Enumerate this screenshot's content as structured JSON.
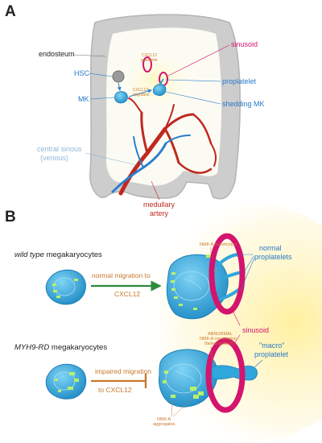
{
  "panelA": {
    "letter": "A",
    "labels": {
      "endosteum": "endosteum",
      "hsc": "HSC",
      "mk": "MK",
      "sinusoid": "sinusoid",
      "proplatelet": "proplatelet",
      "shedding_mk": "shedding MK",
      "cxcl12_gradients_1": "CXCL12",
      "cxcl12_gradients_2": "gradients",
      "cxcl12_migration_1": "CXCL12",
      "cxcl12_migration_2": "migration",
      "central_sinus_1": "central sinous",
      "central_sinus_2": "(venous)",
      "medullary_1": "medullary",
      "medullary_2": "artery"
    }
  },
  "panelB": {
    "letter": "B",
    "wildtype": {
      "title_italic": "wild type",
      "title_rest": " megakaryocytes",
      "arrow_label_1": "normal migration to",
      "arrow_label_2": "CXCL12",
      "nmiia_label": "NMII-A constriction",
      "proplatelets_1": "normal",
      "proplatelets_2": "proplatelets"
    },
    "sinusoid": "sinusoid",
    "myh9": {
      "title_italic": "MYH9-RD",
      "title_rest": " megakaryocytes",
      "arrow_label_1": "impaired migration",
      "arrow_label_2": "to CXCL12",
      "abnormal_1": "ABNORMAL",
      "abnormal_2": "NMII-A constriction",
      "abnormal_3": "(failed cycles?)",
      "aggregates_1": "NMII-A",
      "aggregates_2": "aggregates",
      "macro_1": "\"macro\"",
      "macro_2": "proplatelet"
    }
  },
  "colors": {
    "bone": "#c8c8c8",
    "marrow": "#fafaf0",
    "sinusoid": "#d4146e",
    "mk_blue": "#2fa6dc",
    "label_blue": "#2878c8",
    "artery_red": "#c0281e",
    "green_arrow": "#2e8a3c",
    "orange_text": "#c8782a",
    "lime": "#b6f26a",
    "glow": "#fff3a8"
  }
}
